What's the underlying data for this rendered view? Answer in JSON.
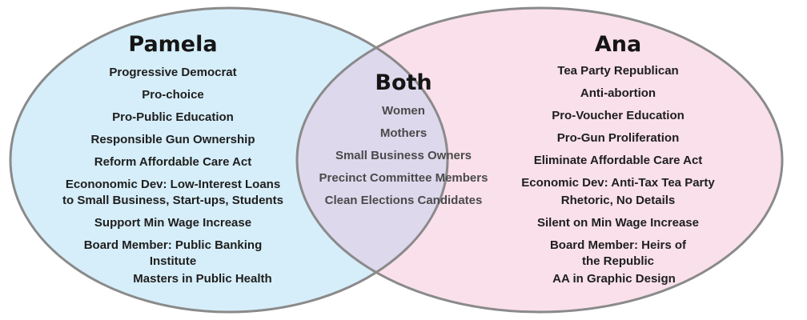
{
  "colors": {
    "left_fill": "#d6eef9",
    "right_fill": "#f9e0ea",
    "overlap_fill": "#ddd8ec",
    "outline": "#8a8a8a"
  },
  "left": {
    "title": "Pamela",
    "items": [
      "Progressive Democrat",
      "Pro-choice",
      "Pro-Public Education",
      "Responsible Gun Ownership",
      "Reform Affordable Care Act",
      "Econonomic Dev: Low-Interest Loans",
      "to Small Business, Start-ups, Students",
      "Support Min Wage Increase",
      "Board Member: Public Banking",
      "Institute",
      "Masters in Public Health"
    ]
  },
  "center": {
    "title": "Both",
    "items": [
      "Women",
      "Mothers",
      "Small Business Owners",
      "Precinct Committee Members",
      "Clean Elections Candidates"
    ]
  },
  "right": {
    "title": "Ana",
    "items": [
      "Tea Party Republican",
      "Anti-abortion",
      "Pro-Voucher Education",
      "Pro-Gun Proliferation",
      "Eliminate Affordable Care Act",
      "Economic Dev: Anti-Tax Tea Party",
      "Rhetoric, No Details",
      "Silent on Min Wage Increase",
      "Board Member: Heirs of",
      "the Republic",
      "AA in Graphic Design"
    ]
  }
}
